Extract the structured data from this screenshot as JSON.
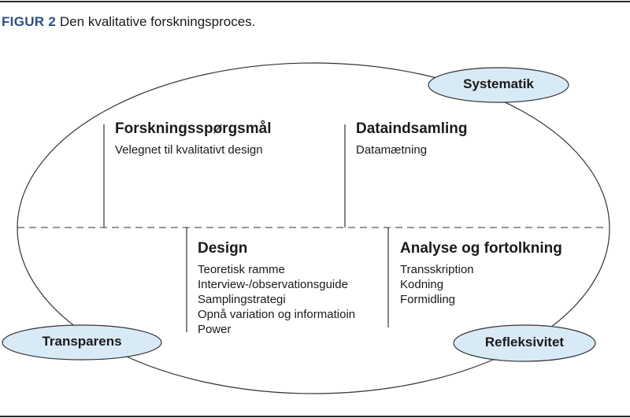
{
  "figure": {
    "label": "FIGUR 2",
    "title": "Den kvalitative forskningsproces."
  },
  "quadrants": {
    "top_left": {
      "heading": "Forskningsspørgsmål",
      "lines": [
        "Velegnet til kvalitativt design"
      ]
    },
    "top_right": {
      "heading": "Dataindsamling",
      "lines": [
        "Datamætning"
      ]
    },
    "bottom_left": {
      "heading": "Design",
      "lines": [
        "Teoretisk ramme",
        "Interview-/observationsguide",
        "Samplingstrategi",
        "Opnå variation og informatioin",
        "Power"
      ]
    },
    "bottom_right": {
      "heading": "Analyse og fortolkning",
      "lines": [
        "Transskription",
        "Kodning",
        "Formidling"
      ]
    }
  },
  "principles": {
    "systematik": "Systematik",
    "transparens": "Transparens",
    "refleksivitet": "Refleksivitet"
  },
  "colors": {
    "pill_fill": "#d9eaf7",
    "figure_label": "#2c4f85",
    "line": "#333333"
  }
}
